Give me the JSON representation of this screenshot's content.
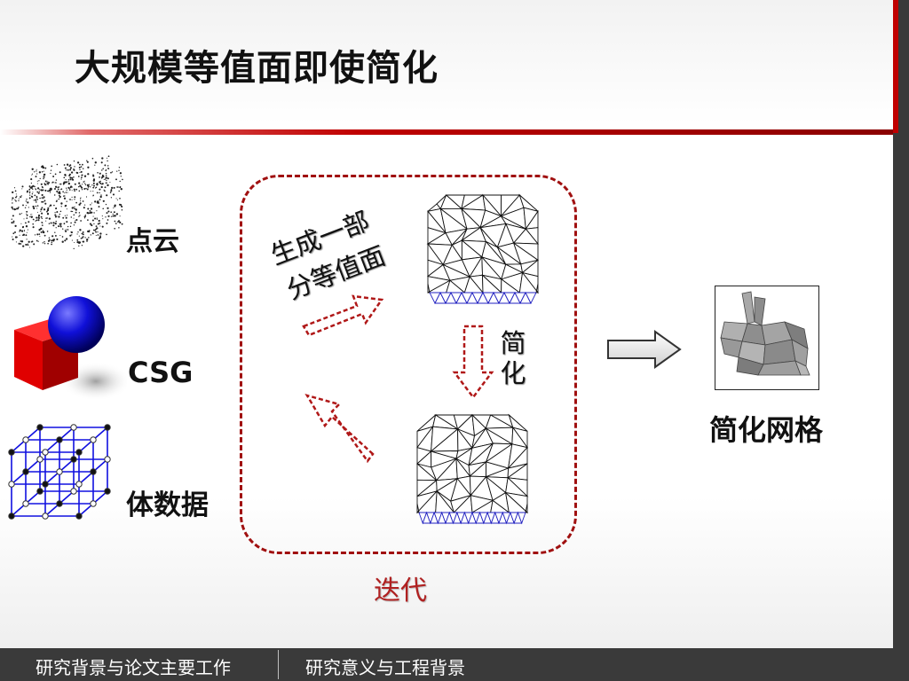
{
  "slide": {
    "title": "大规模等值面即使简化",
    "inputs": {
      "point_cloud": "点云",
      "csg": "CSG",
      "volume_data": "体数据"
    },
    "loop": {
      "generate_line1": "生成一部",
      "generate_line2": "分等值面",
      "simplify_char1": "简",
      "simplify_char2": "化",
      "iterate": "迭代"
    },
    "output": {
      "label": "简化网格"
    }
  },
  "footer": {
    "left": "研究背景与论文主要工作",
    "right": "研究意义与工程背景"
  },
  "colors": {
    "accent_red": "#c00000",
    "loop_red": "#a01010",
    "footer_bg": "#3a3a3a",
    "mesh_blue": "#2020c0"
  },
  "icons": {
    "forward": "arrow-right-icon",
    "down": "arrow-down-icon",
    "back": "arrow-up-left-icon"
  }
}
